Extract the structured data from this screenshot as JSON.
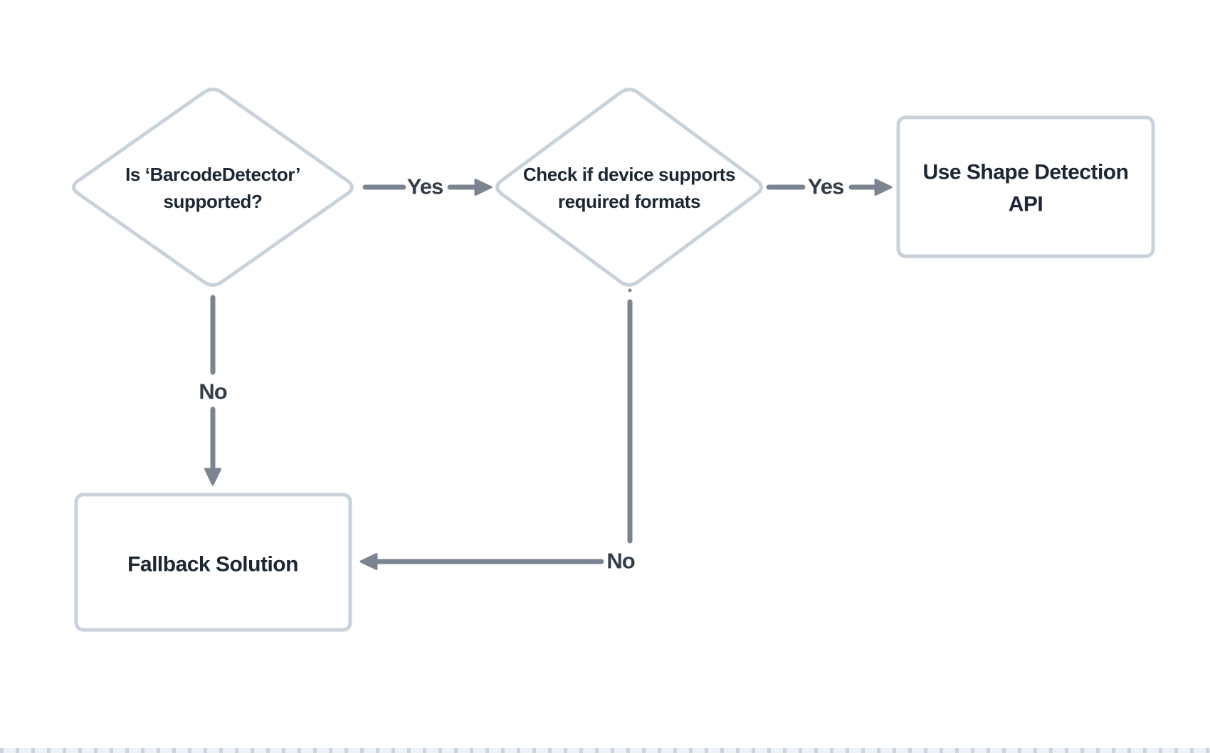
{
  "diagram": {
    "type": "flowchart",
    "background": "#ffffff",
    "colors": {
      "node_border": "#c9d1db",
      "node_fill": "#ffffff",
      "edge": "#7a8591",
      "node_text": "#1c2733",
      "edge_label_text": "#333e49",
      "clipped_edge_band": "#eef1f5",
      "clipped_edge_ticks": "#c9d0da"
    },
    "nodes": [
      {
        "id": "is-barcodedetector-supported",
        "shape": "diamond",
        "label": "Is ‘BarcodeDetector’ supported?",
        "lines": [
          "Is ‘BarcodeDetector’",
          "supported?"
        ]
      },
      {
        "id": "check-device-formats",
        "shape": "diamond",
        "label": "Check if device supports required formats",
        "lines": [
          "Check if device supports",
          "required formats"
        ]
      },
      {
        "id": "use-shape-detection-api",
        "shape": "rectangle",
        "label": "Use Shape Detection API",
        "lines": [
          "Use Shape Detection",
          "API"
        ]
      },
      {
        "id": "fallback-solution",
        "shape": "rectangle",
        "label": "Fallback Solution",
        "lines": [
          "Fallback Solution"
        ]
      }
    ],
    "edges": [
      {
        "from": "is-barcodedetector-supported",
        "to": "check-device-formats",
        "label": "Yes"
      },
      {
        "from": "check-device-formats",
        "to": "use-shape-detection-api",
        "label": "Yes"
      },
      {
        "from": "is-barcodedetector-supported",
        "to": "fallback-solution",
        "label": "No"
      },
      {
        "from": "check-device-formats",
        "to": "fallback-solution",
        "label": "No"
      }
    ]
  }
}
